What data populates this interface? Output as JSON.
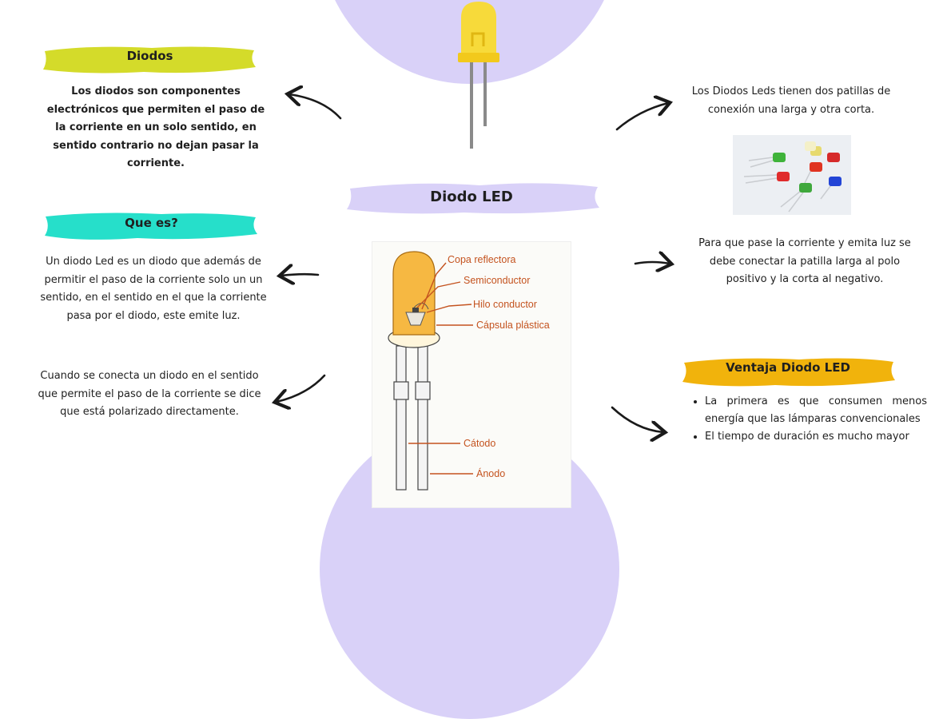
{
  "colors": {
    "lilac": "#d9d1f8",
    "lime": "#d4db2a",
    "teal": "#26dfca",
    "amber": "#f1b30c",
    "arrow": "#1a1a1a",
    "label_red": "#c4531f"
  },
  "header": {
    "title": "Diodo LED"
  },
  "diodos": {
    "title": "Diodos",
    "text": "Los diodos son componentes electrónicos que permiten el paso de la corriente en un solo sentido, en sentido contrario no dejan pasar la corriente."
  },
  "que_es": {
    "title": "Que es?",
    "text": "Un diodo Led es un diodo que además de permitir el paso de la corriente solo un un sentido, en el sentido en el que la corriente pasa por el diodo, este emite luz."
  },
  "polarizado": {
    "text": "Cuando se conecta un diodo en el sentido que permite el paso de la corriente se dice que está polarizado directamente."
  },
  "patillas": {
    "text": "Los Diodos Leds tienen dos patillas de conexión una larga y otra corta."
  },
  "conexion": {
    "text": "Para que pase la corriente y emita luz se debe conectar la patilla larga al polo positivo y la corta al negativo."
  },
  "ventaja": {
    "title": "Ventaja Diodo LED",
    "items": [
      "La primera es que consumen menos energía que las lámparas convencionales",
      "El tiempo de duración es mucho mayor"
    ]
  },
  "diagram": {
    "labels": {
      "copa": "Copa reflectora",
      "semi": "Semiconductor",
      "hilo": "Hilo conductor",
      "capsula": "Cápsula plástica",
      "catodo": "Cátodo",
      "anodo": "Ánodo"
    }
  }
}
